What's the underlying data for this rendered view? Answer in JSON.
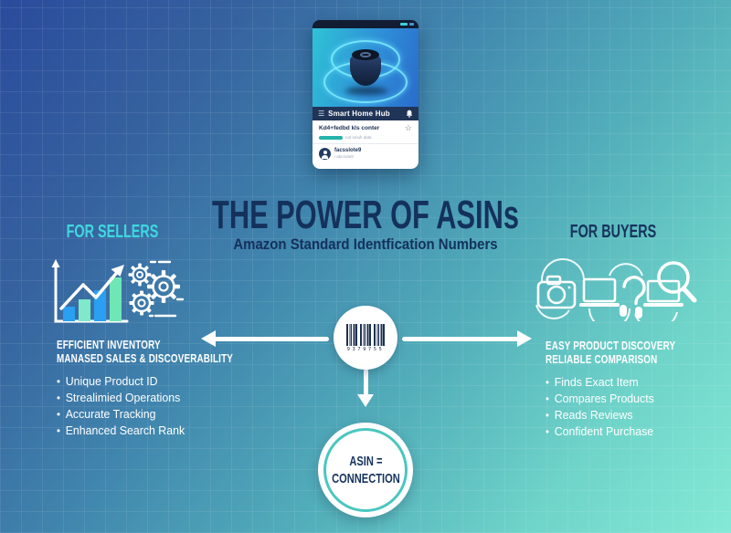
{
  "title": {
    "main": "THE POWER OF ASINs",
    "subtitle": "Amazon Standard Identfication Numbers"
  },
  "phone": {
    "header_title": "Smart Home Hub",
    "card_title": "Kd4+fedbd kls conter",
    "progress_caption": "not smuh data",
    "avatar_name": "facsslote9",
    "avatar_sub": "i abcnote9"
  },
  "sellers": {
    "heading": "FOR SELLERS",
    "sub1": "EFFICIENT INVENTORY",
    "sub2": "MANASED SALES & DISCOVERABILITY",
    "items": [
      "Unique Product ID",
      "Strealimied Operations",
      "Accurate Tracking",
      "Enhanced Search Rank"
    ]
  },
  "buyers": {
    "heading": "FOR BUYERS",
    "sub1": "EASY PRODUCT DISCOVERY",
    "sub2": "RELIABLE COMPARISON",
    "items": [
      "Finds Exact Item",
      "Compares Products",
      "Reads Reviews",
      "Confident Purchase"
    ]
  },
  "center": {
    "barcode_number": "9379755",
    "connection_line1": "ASIN =",
    "connection_line2": "CONNECTION"
  },
  "colors": {
    "accent_cyan": "#3fd8e0",
    "navy": "#16335c",
    "bar_blue": "#2b9ff2",
    "bar_mint": "#7fe9c9",
    "progress_teal": "#22b3ab"
  }
}
